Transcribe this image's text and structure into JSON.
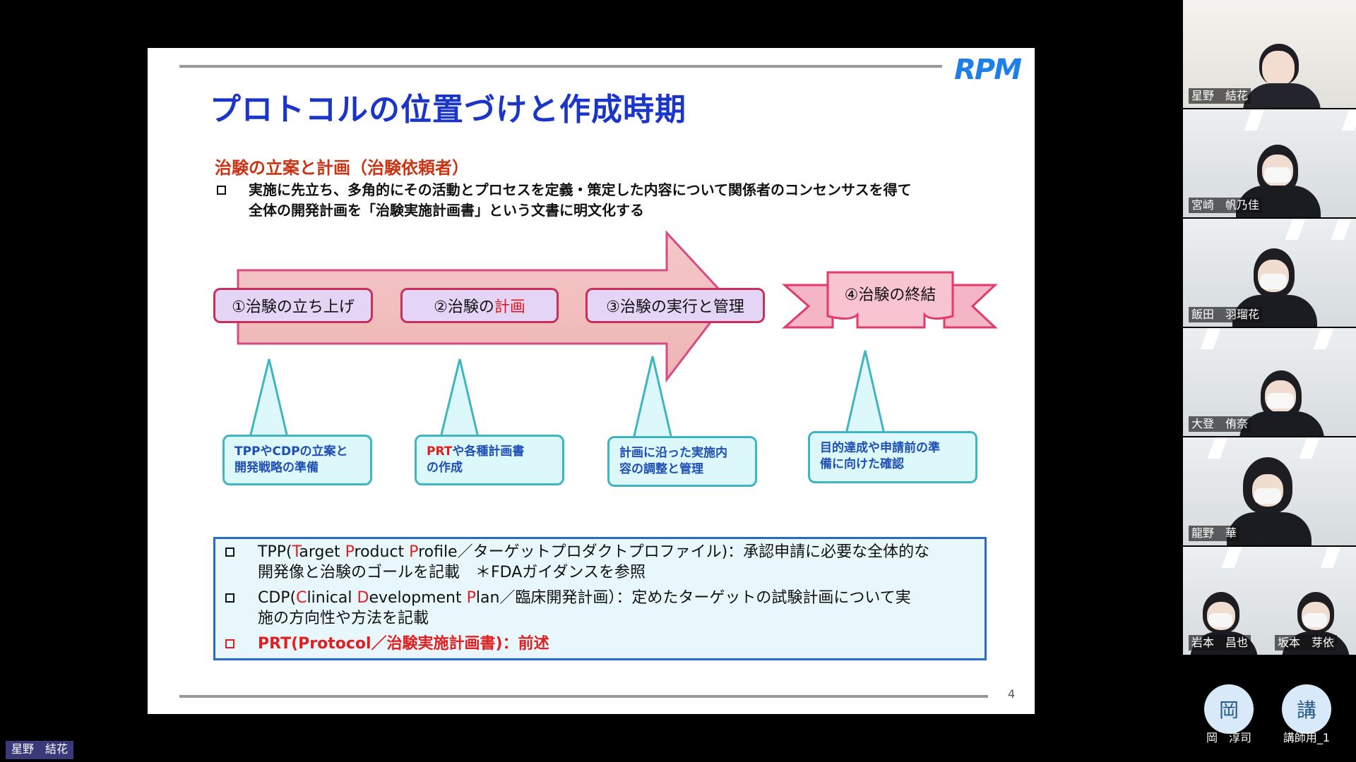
{
  "slide": {
    "logo": "RPM",
    "title": "プロトコルの位置づけと作成時期",
    "section_heading": "治験の立案と計画（治験依頼者）",
    "intro_text_line1": "実施に先立ち、多角的にその活動とプロセスを定義・策定した内容について関係者のコンセンサスを得て",
    "intro_text_line2": "全体の開発計画を「治験実施計画書」という文書に明文化する",
    "stages": [
      {
        "label": "①治験の立ち上げ"
      },
      {
        "label_prefix": "②治験の",
        "label_highlight": "計画"
      },
      {
        "label": "③治験の実行と管理"
      },
      {
        "label": "④治験の終結"
      }
    ],
    "callouts": [
      {
        "line1": "TPPやCDPの立案と",
        "line2": "開発戦略の準備"
      },
      {
        "highlight": "PRT",
        "line1_rest": "や各種計画書",
        "line2": "の作成"
      },
      {
        "line1": "計画に沿った実施内",
        "line2": "容の調整と管理"
      },
      {
        "line1": "目的達成や申請前の準",
        "line2": "備に向けた確認"
      }
    ],
    "definitions": {
      "tpp_line1_pre": "TPP(",
      "tpp_t": "T",
      "tpp_arget": "arget ",
      "tpp_p": "P",
      "tpp_roduct": "roduct ",
      "tpp_p2": "P",
      "tpp_rofile": "rofile／ターゲットプロダクトプロファイル)：承認申請に必要な全体的な",
      "tpp_line2": "開発像と治験のゴールを記載　＊FDAガイダンスを参照",
      "cdp_pre": "CDP(",
      "cdp_c": "C",
      "cdp_linical": "linical ",
      "cdp_d": "D",
      "cdp_evelopment": "evelopment ",
      "cdp_p": "P",
      "cdp_lan": "lan／臨床開発計画）：定めたターゲットの試験計画について実",
      "cdp_line2": "施の方向性や方法を記載",
      "prt_line": "PRT(Protocol／治験実施計画書)：前述"
    },
    "page_number": "4"
  },
  "participants": [
    {
      "name": "星野　結花"
    },
    {
      "name": "宮崎　帆乃佳"
    },
    {
      "name": "飯田　羽瑠花"
    },
    {
      "name": "大登　侑奈"
    },
    {
      "name": "龍野　華"
    },
    {
      "name": "岩本　昌也",
      "name2": "坂本　芽依"
    }
  ],
  "avatars": [
    {
      "initial": "岡",
      "label": "岡　淳司"
    },
    {
      "initial": "講",
      "label": "講師用_1"
    }
  ],
  "self_view_name": "星野　結花"
}
